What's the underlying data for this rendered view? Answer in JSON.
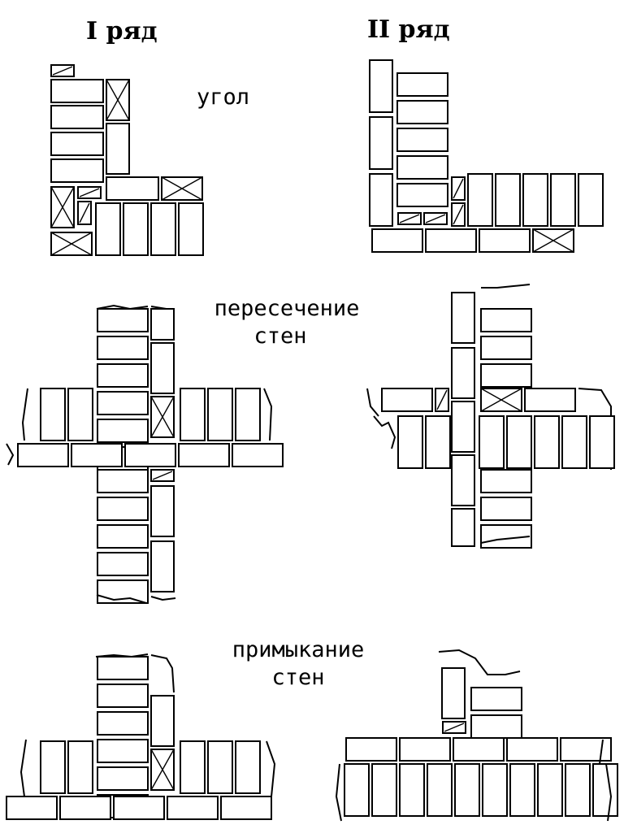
{
  "headers": {
    "row1": "I ряд",
    "row2": "II ряд"
  },
  "labels": {
    "corner": "угол",
    "crossing_line1": "пересечение",
    "crossing_line2": "стен",
    "junction_line1": "примыкание",
    "junction_line2": "стен"
  }
}
